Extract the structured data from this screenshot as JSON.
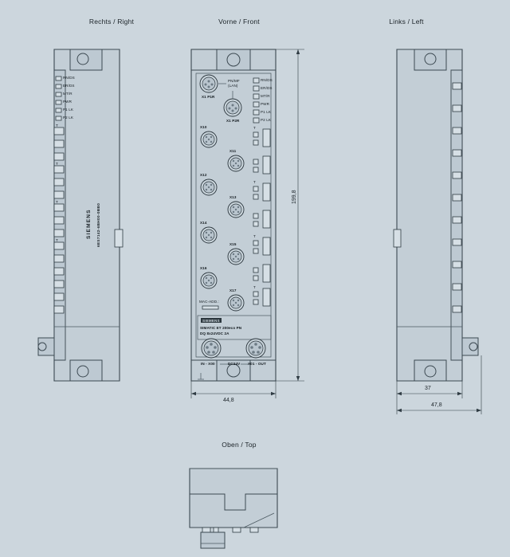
{
  "page": {
    "background_color": "#ccd6dd",
    "line_color": "#3c4951"
  },
  "views": [
    {
      "id": "right",
      "title": "Rechts / Right"
    },
    {
      "id": "front",
      "title": "Vorne / Front"
    },
    {
      "id": "left",
      "title": "Links / Left"
    },
    {
      "id": "top",
      "title": "Oben / Top"
    }
  ],
  "front": {
    "leds": [
      {
        "label": "RN/DS"
      },
      {
        "label": "ER/DS"
      },
      {
        "label": "MT/R"
      },
      {
        "label": "PWR"
      },
      {
        "label": "P1 LK"
      },
      {
        "label": "P2 LK"
      }
    ],
    "channel_marks": [
      "T",
      "T",
      "T",
      "T"
    ],
    "profinet_label": "PN/MF\n(LAN)",
    "profinet_label_line1": "PN/MF",
    "profinet_label_line2": "(LAN)",
    "ethernet_ports": [
      {
        "label": "X1 P1R"
      },
      {
        "label": "X1 P2R"
      }
    ],
    "io_ports": [
      {
        "label": "X10"
      },
      {
        "label": "X11"
      },
      {
        "label": "X12"
      },
      {
        "label": "X13"
      },
      {
        "label": "X14"
      },
      {
        "label": "X15"
      },
      {
        "label": "X16"
      },
      {
        "label": "X17"
      }
    ],
    "mac_label": "MAC-ADD.:",
    "brand": "SIEMENS",
    "product_line1": "SIMATIC ET 200eco PN",
    "product_line2": "DQ 8x24VDC 2A",
    "power_ports": [
      {
        "label": "IN - X00"
      },
      {
        "label": "DC24V"
      },
      {
        "label": "X01 - OUT"
      }
    ],
    "dimensions": {
      "height": "199,8",
      "width": "44,8"
    }
  },
  "right_view": {
    "brand_vertical": "SIEMENS",
    "part_number_vertical": "6ES7142-6BH00-0BB0",
    "leds": [
      {
        "label": "RN/DS"
      },
      {
        "label": "ER/DS"
      },
      {
        "label": "MT/R"
      },
      {
        "label": "PWR"
      },
      {
        "label": "P1 LK"
      },
      {
        "label": "P2 LK"
      }
    ],
    "channel_marks": [
      "T",
      "T",
      "T",
      "T"
    ]
  },
  "left_view": {
    "dimensions": {
      "depth_body": "37",
      "depth_total": "47,8"
    }
  }
}
